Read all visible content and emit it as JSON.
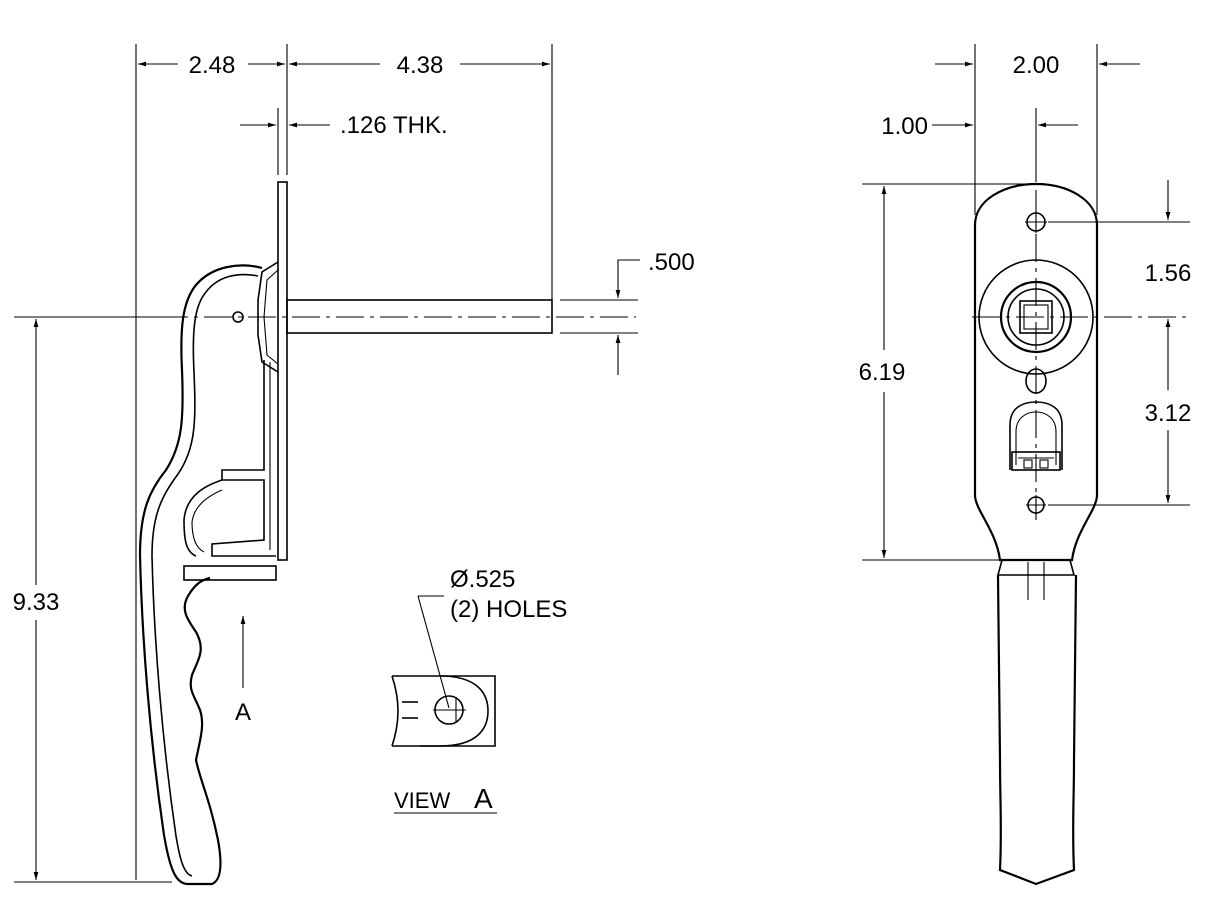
{
  "side_view": {
    "dim_left_width": "2.48",
    "dim_shaft_length": "4.38",
    "dim_thickness": ".126 THK.",
    "dim_shaft_diameter": ".500",
    "dim_overall_height": "9.33",
    "view_arrow_label": "A"
  },
  "view_a": {
    "hole_diameter": "Ø.525",
    "hole_count": "(2) HOLES",
    "title_prefix": "VIEW",
    "title_letter": "A"
  },
  "front_view": {
    "dim_width": "2.00",
    "dim_half_width": "1.00",
    "dim_plate_height": "6.19",
    "dim_upper_hole": "1.56",
    "dim_lower_hole": "3.12"
  }
}
